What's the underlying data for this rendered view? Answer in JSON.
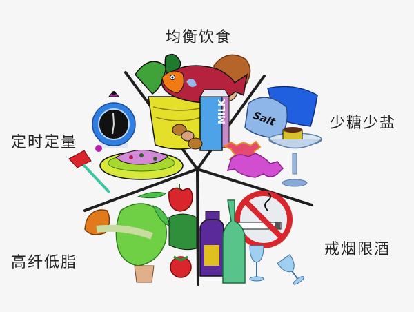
{
  "title": "均衡饮食",
  "labels": {
    "top": "均衡饮食",
    "right_top": "少糖少盐",
    "right_bottom": "戒烟限酒",
    "left_top": "定时定量",
    "left_bottom": "高纤低脂"
  },
  "segments": [
    {
      "name": "均衡饮食",
      "items": [
        "vegetables",
        "fish",
        "bread",
        "fruit-bowl",
        "milk-carton",
        "potatoes"
      ]
    },
    {
      "name": "少糖少盐",
      "items": [
        "salt-bag",
        "blue-bag",
        "candy",
        "pudding-glass"
      ]
    },
    {
      "name": "戒烟限酒",
      "items": [
        "no-smoking-sign",
        "wine-bottle",
        "green-bottle",
        "wine-glass",
        "tipped-glass"
      ]
    },
    {
      "name": "高纤低脂",
      "items": [
        "onion",
        "lettuce",
        "peas",
        "apple",
        "tomato",
        "leafy-greens"
      ]
    },
    {
      "name": "定时定量",
      "items": [
        "alarm-clock",
        "noodle-plate",
        "fork"
      ]
    }
  ],
  "icons": {
    "salt_text": "Salt",
    "milk_text": "MILK"
  },
  "colors": {
    "background": "#f6f6f6",
    "divider": "#1e1e1e",
    "clock_blue": "#2f7fe0",
    "no_smoking_red": "#d8262c"
  }
}
